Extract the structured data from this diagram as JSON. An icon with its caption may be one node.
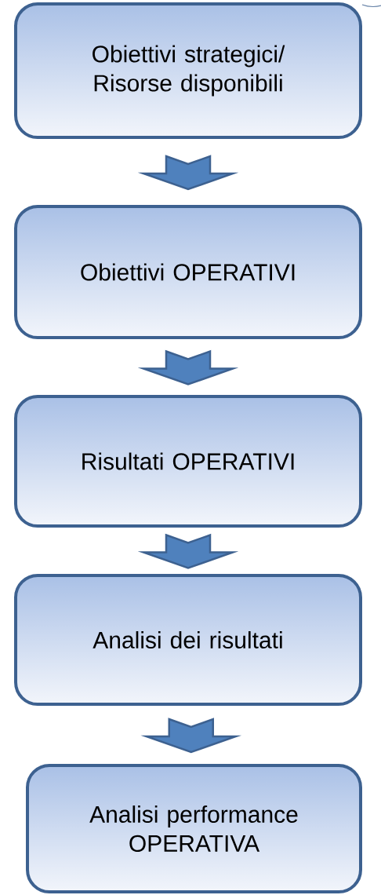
{
  "diagram": {
    "nodes": [
      {
        "text": [
          "Obiettivi strategici/ Risorse disponibili"
        ]
      },
      {
        "text": [
          "Obiettivi OPERATIVI"
        ]
      },
      {
        "text": [
          "Risultati OPERATIVI"
        ]
      },
      {
        "text": [
          "Analisi dei risultati"
        ]
      },
      {
        "text": [
          "Analisi performance OPERATIVA"
        ]
      }
    ],
    "edges": [
      {
        "from": 0,
        "to": 1,
        "arrow": "to"
      },
      {
        "from": 1,
        "to": 2,
        "arrow": "to"
      },
      {
        "from": 2,
        "to": 3,
        "arrow": "to"
      },
      {
        "from": 3,
        "to": 4,
        "arrow": "to"
      }
    ]
  }
}
